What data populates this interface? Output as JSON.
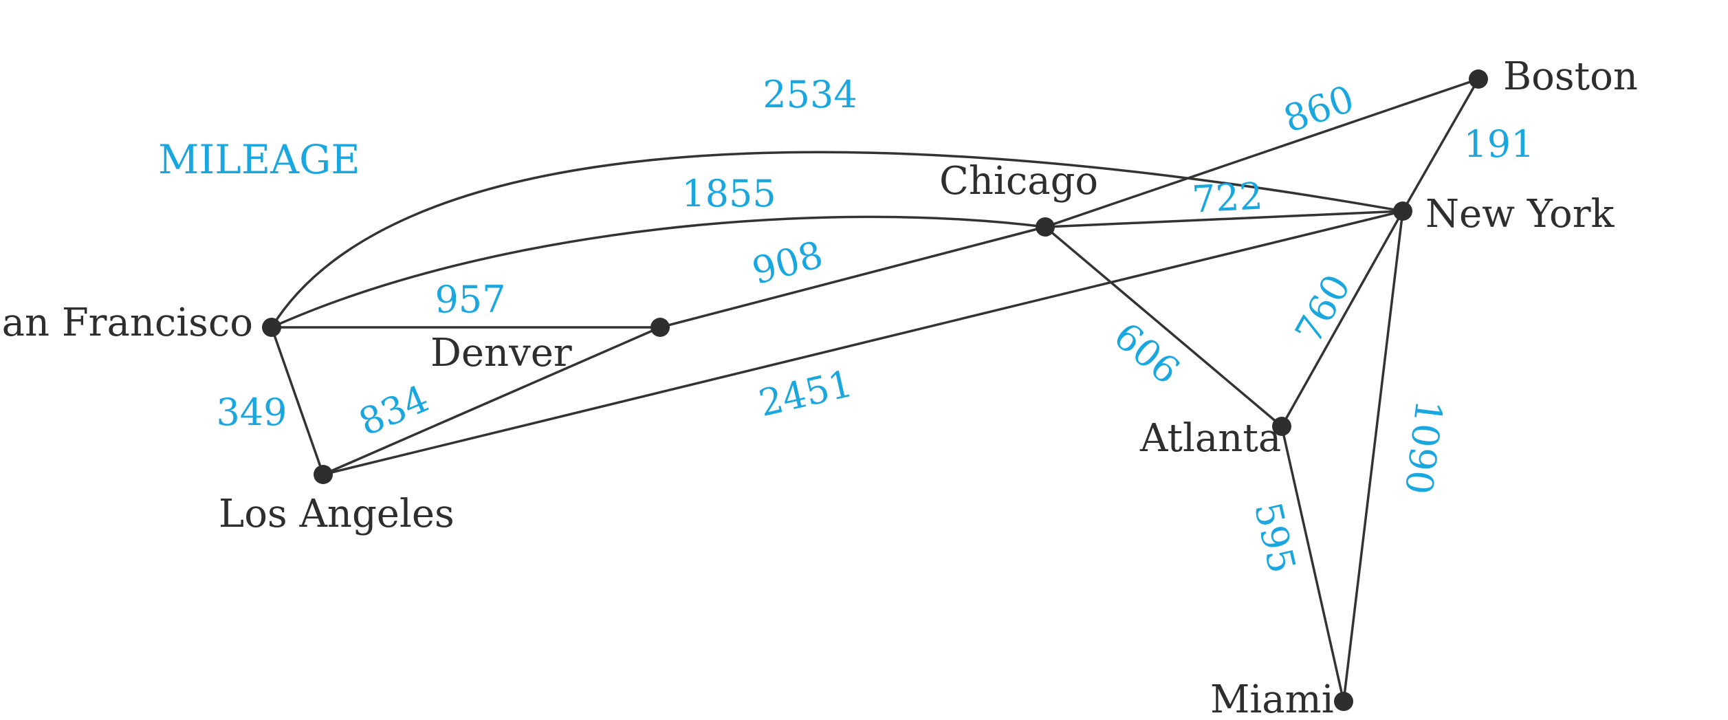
{
  "title": "MILEAGE",
  "colors": {
    "edge": "#333333",
    "node": "#2e2e2e",
    "accent": "#1aa7e0"
  },
  "cities": [
    {
      "id": "sf",
      "name": "San Francisco"
    },
    {
      "id": "den",
      "name": "Denver"
    },
    {
      "id": "la",
      "name": "Los Angeles"
    },
    {
      "id": "chi",
      "name": "Chicago"
    },
    {
      "id": "bos",
      "name": "Boston"
    },
    {
      "id": "ny",
      "name": "New York"
    },
    {
      "id": "atl",
      "name": "Atlanta"
    },
    {
      "id": "mia",
      "name": "Miami"
    }
  ],
  "edges": [
    {
      "id": "sf-ny",
      "from": "San Francisco",
      "to": "New York",
      "miles": "2534"
    },
    {
      "id": "sf-chi",
      "from": "San Francisco",
      "to": "Chicago",
      "miles": "1855"
    },
    {
      "id": "sf-den",
      "from": "San Francisco",
      "to": "Denver",
      "miles": "957"
    },
    {
      "id": "sf-la",
      "from": "San Francisco",
      "to": "Los Angeles",
      "miles": "349"
    },
    {
      "id": "la-den",
      "from": "Los Angeles",
      "to": "Denver",
      "miles": "834"
    },
    {
      "id": "den-chi",
      "from": "Denver",
      "to": "Chicago",
      "miles": "908"
    },
    {
      "id": "la-ny",
      "from": "Los Angeles",
      "to": "New York",
      "miles": "2451"
    },
    {
      "id": "chi-bos",
      "from": "Chicago",
      "to": "Boston",
      "miles": "860"
    },
    {
      "id": "chi-ny",
      "from": "Chicago",
      "to": "New York",
      "miles": "722"
    },
    {
      "id": "bos-ny",
      "from": "Boston",
      "to": "New York",
      "miles": "191"
    },
    {
      "id": "chi-atl",
      "from": "Chicago",
      "to": "Atlanta",
      "miles": "606"
    },
    {
      "id": "atl-ny",
      "from": "Atlanta",
      "to": "New York",
      "miles": "760"
    },
    {
      "id": "ny-mia",
      "from": "New York",
      "to": "Miami",
      "miles": "1090"
    },
    {
      "id": "atl-mia",
      "from": "Atlanta",
      "to": "Miami",
      "miles": "595"
    }
  ]
}
